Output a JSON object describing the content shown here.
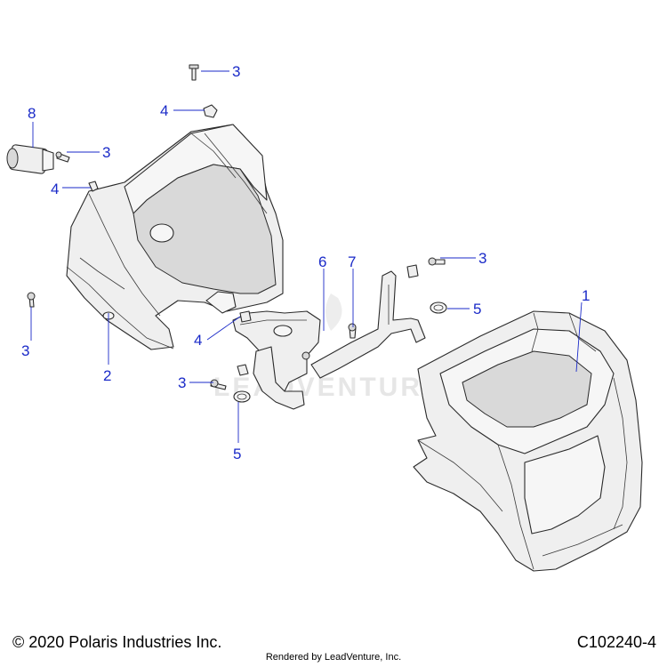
{
  "watermark_text": "LEADVENTURE",
  "callouts": {
    "c1": "1",
    "c2": "2",
    "c3a": "3",
    "c3b": "3",
    "c3c": "3",
    "c3d": "3",
    "c3e": "3",
    "c4a": "4",
    "c4b": "4",
    "c4c": "4",
    "c5a": "5",
    "c5b": "5",
    "c6": "6",
    "c7": "7",
    "c8": "8"
  },
  "footer": {
    "copyright": "© 2020 Polaris Industries Inc.",
    "rendered_by": "Rendered by LeadVenture, Inc.",
    "diagram_id": "C102240-4"
  },
  "colors": {
    "callout": "#1a2ac8",
    "part_fill": "#efefef",
    "outline": "#2a2a2a"
  }
}
